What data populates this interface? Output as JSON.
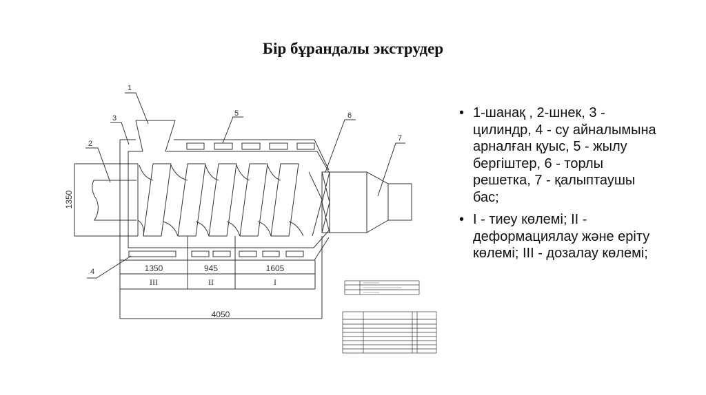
{
  "title": "Бір бұрандалы экструдер",
  "diagram": {
    "part_labels": [
      "1",
      "2",
      "3",
      "4",
      "5",
      "6",
      "7"
    ],
    "dimension_height": "1350",
    "zone_lengths": [
      "1350",
      "945",
      "1605"
    ],
    "zones": [
      "III",
      "II",
      "I"
    ],
    "total_length": "4050"
  },
  "bullets": [
    "1-шанақ , 2-шнек, 3 - цилиндр, 4 - су айналымына арналған қуыс, 5 - жылу бергіштер, 6 - торлы решетка, 7 - қалыптаушы бас;",
    "I - тиеу көлемі; II - деформациялау және еріту көлемі; III - дозалау көлемі;"
  ]
}
